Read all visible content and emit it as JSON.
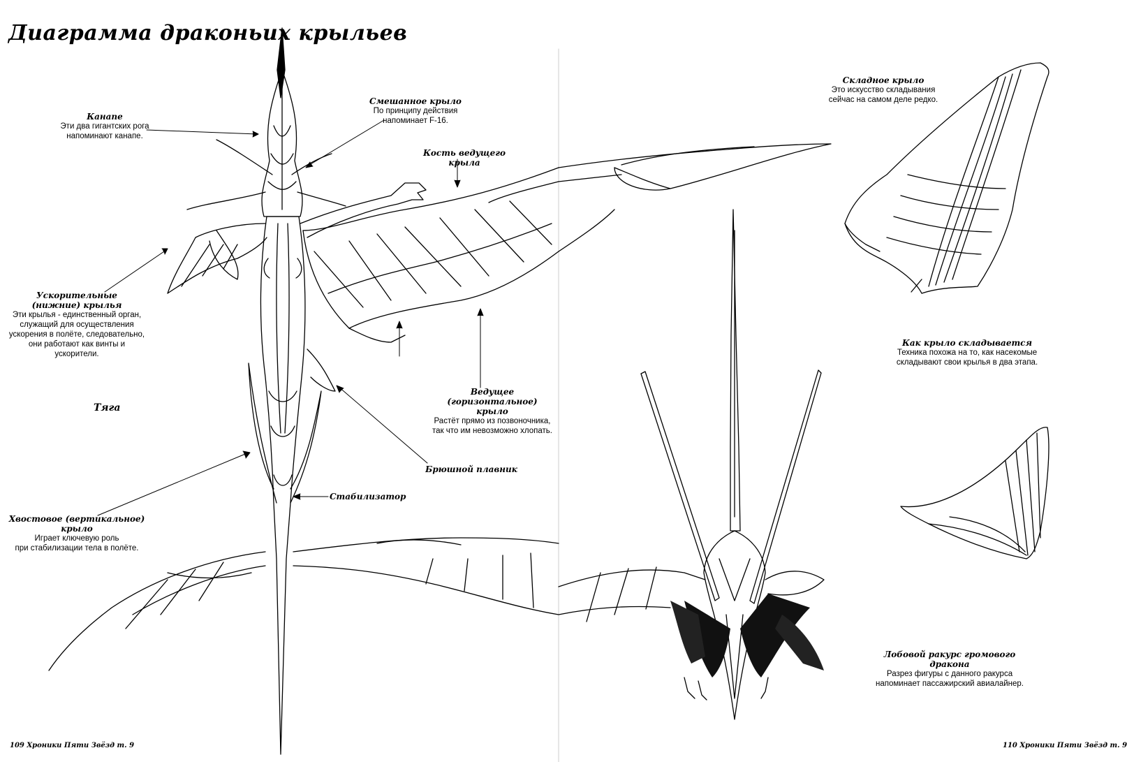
{
  "title": "Диаграмма драконьих крыльев",
  "labels": {
    "canard": {
      "head": "Канапе",
      "body": "Эти два гигантских рога\nнапоминают канапе."
    },
    "mixed": {
      "head": "Смешанное крыло",
      "body": "По принципу действия\nнапоминает F-16."
    },
    "leading_bone": {
      "head": "Кость ведущего крыла",
      "body": ""
    },
    "booster": {
      "head": "Ускорительные\n(нижние) крылья",
      "body": "Эти крылья - единственный орган,\nслужащий для осуществления\nускорения в полёте, следовательно,\nони работают как винты и ускорители."
    },
    "thrust": {
      "head": "Тяга",
      "body": ""
    },
    "leading": {
      "head": "Ведущее (горизонтальное)\nкрыло",
      "body": "Растёт прямо из позвоночника,\nтак что им невозможно хлопать."
    },
    "ventral": {
      "head": "Брюшной плавник",
      "body": ""
    },
    "stabilizer": {
      "head": "Стабилизатор",
      "body": ""
    },
    "tail": {
      "head": "Хвостовое (вертикальное)\nкрыло",
      "body": "Играет ключевую роль\nпри стабилизации тела в полёте."
    },
    "folding": {
      "head": "Складное крыло",
      "body": "Это искусство складывания\nсейчас на самом деле редко."
    },
    "how_fold": {
      "head": "Как крыло складывается",
      "body": "Техника похожа на то, как насекомые\nскладывают свои крылья в два этапа."
    },
    "frontal": {
      "head": "Лобовой ракурс громового дракона",
      "body": "Разрез фигуры с данного ракурса\nнапоминает пассажирский авиалайнер."
    }
  },
  "footer": {
    "left_page": "109",
    "left_text": "Хроники Пяти Звёзд т. 9",
    "right_page": "110",
    "right_text": "Хроники Пяти Звёзд т. 9"
  }
}
